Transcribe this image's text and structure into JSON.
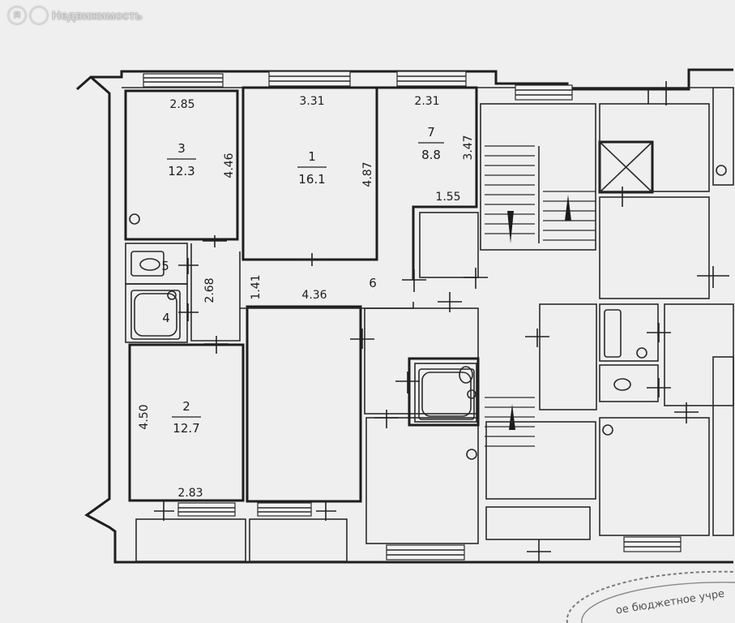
{
  "watermark": {
    "logo_letter": "Я",
    "text": "Недвижимость"
  },
  "rooms": [
    {
      "id": "3",
      "area": "12.3",
      "width": "2.85",
      "depth": "4.46"
    },
    {
      "id": "1",
      "area": "16.1",
      "width": "3.31",
      "depth": "4.87"
    },
    {
      "id": "7",
      "area": "8.8",
      "width": "2.31",
      "depth": "3.47"
    },
    {
      "id": "2",
      "area": "12.7",
      "width": "2.83",
      "depth": "4.50"
    }
  ],
  "small_rooms": [
    {
      "id": "5"
    },
    {
      "id": "4"
    },
    {
      "id": "6"
    }
  ],
  "dimensions": [
    "1.55",
    "2.68",
    "1.41",
    "4.36"
  ],
  "stamp_text": "ое бюджетное учре"
}
